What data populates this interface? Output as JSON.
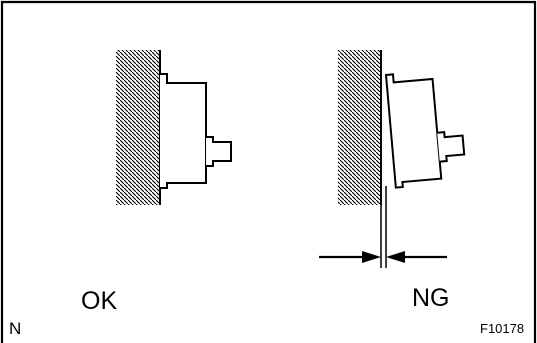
{
  "labels": {
    "ok": "OK",
    "ng": "NG",
    "corner_mark": "N",
    "figure_code": "F10178"
  }
}
